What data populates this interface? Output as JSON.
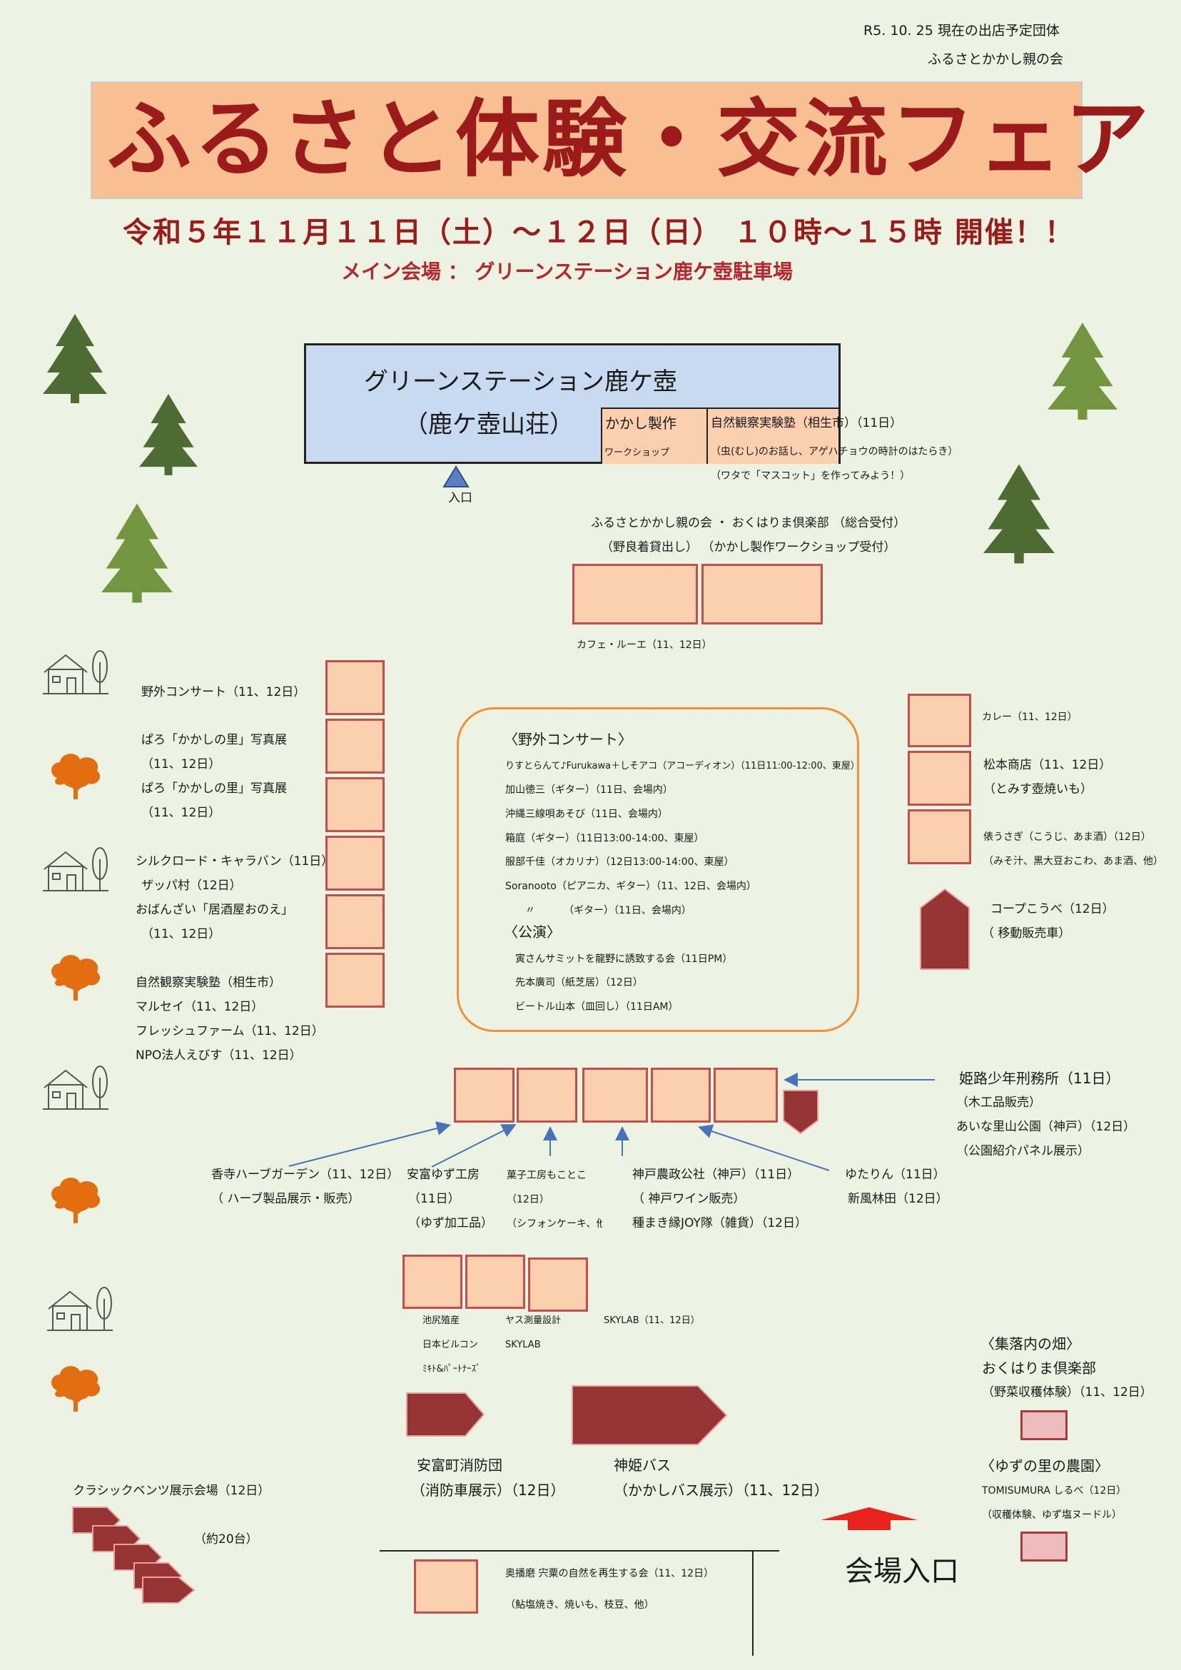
{
  "header": {
    "date_note": "R5. 10. 25 現在の出店予定団体",
    "organizer": "ふるさとかかし親の会",
    "title": "ふるさと体験・交流フェア",
    "dateline": "令和５年１１月１１日（土）～１２日（日） １０時～１５時 開催！！",
    "main_venue": "メイン会場 ： グリーンステーション鹿ケ壺駐車場"
  },
  "building": {
    "name": "グリーンステーション鹿ケ壺",
    "subname": "（鹿ケ壺山荘）",
    "entrance": "入口",
    "kakashi_label": "かかし製作",
    "workshop_label": "ワークショップ",
    "nature_title": "自然観察実験塾（相生市）（11日）",
    "nature_desc1": "（虫(むし)のお話し、アゲハチョウの時計のはたらき）",
    "nature_desc2": "（ワタで「マスコット」を作ってみよう！）"
  },
  "reception": {
    "line1": "ふるさとかかし親の会 ・ おくはりま倶楽部 （総合受付）",
    "line2": "（野良着貸出し） （かかし製作ワークショップ受付）",
    "cafe": "カフェ・ルーエ（11、12日）"
  },
  "left_column": {
    "l1": "野外コンサート（11、12日）",
    "l2": "ぱろ「かかしの里」写真展",
    "l3": "（11、12日）",
    "l4": "ぱろ「かかしの里」写真展",
    "l5": "（11、12日）",
    "l6": "シルクロード・キャラバン（11日）",
    "l7": "ザッパ村（12日）",
    "l8": "おばんざい「居酒屋おのえ」",
    "l9": "（11、12日）",
    "l10": "自然観察実験塾（相生市）",
    "l11": "マルセイ（11、12日）",
    "l12": "フレッシュファーム（11、12日）",
    "l13": "NPO法人えびす（11、12日）"
  },
  "concert": {
    "h1": "〈野外コンサート〉",
    "c1": "りすとらんて♪Furukawa＋しそアコ（アコーディオン）（11日11:00-12:00、東屋）",
    "c2": "加山徳三（ギター）（11日、会場内）",
    "c3": "沖縄三線唄あそび（11日、会場内）",
    "c4": "箱庭（ギター）（11日13:00-14:00、東屋）",
    "c5": "服部千佳（オカリナ）（12日13:00-14:00、東屋）",
    "c6": "Soranooto（ピアニカ、ギター）（11、12日、会場内）",
    "c7a": "〃",
    "c7b": "（ギター）（11日、会場内）",
    "h2": "〈公演〉",
    "p1": "寅さんサミットを龍野に誘致する会（11日PM）",
    "p2": "先本廣司（紙芝居）（12日）",
    "p3": "ビートル山本（皿回し）（11日AM）"
  },
  "right_column": {
    "r1": "カレー（11、12日）",
    "r2": "松本商店（11、12日）",
    "r3": "（とみす壺焼いも）",
    "r4": "俵うさぎ（こうじ、あま酒）（12日）",
    "r5": "（みそ汁、黒大豆おこわ、あま酒、他）",
    "r6": "コープこうべ（12日）",
    "r7": "（ 移動販売車）"
  },
  "middle_row": {
    "himeji1": "姫路少年刑務所（11日）",
    "himeji2": "（木工品販売）",
    "aina1": "あいな里山公園（神戸）（12日）",
    "aina2": "（公園紹介パネル展示）",
    "kouji1": "香寺ハーブガーデン（11、12日）",
    "kouji2": "（ ハーブ製品展示・販売）",
    "yasu1": "安富ゆず工房",
    "yasu2": "（11日）",
    "yasu3": "（ゆず加工品）",
    "kashi1": "菓子工房もことこ",
    "kashi2": "（12日）",
    "kashi3": "（シフォンケーキ、他）",
    "kobe1": "神戸農政公社（神戸）（11日）",
    "kobe2": "（ 神戸ワイン販売）",
    "kobe3": "種まき縁JOY隊（雑貨）（12日）",
    "yuta1": "ゆたりん（11日）",
    "yuta2": "新風林田（12日）"
  },
  "lower_row": {
    "a1": "池尻殖産",
    "a2": "日本ビルコン",
    "a3": "ﾐｷﾄ&ﾊﾟｰﾄﾅｰｽﾞ",
    "b1": "ヤス測量設計",
    "b2": "SKYLAB",
    "c1": "SKYLAB（11、12日）",
    "fire1": "安富町消防団",
    "fire2": "（消防車展示）（12日）",
    "bus1": "神姫バス",
    "bus2": "（かかしバス展示）（11、12日）",
    "classic": "クラシックベンツ展示会場（12日）",
    "classic_count": "（約20台）",
    "okuh1": "奥播磨 宍粟の自然を再生する会（11、12日）",
    "okuh2": "（鮎塩焼き、焼いも、枝豆、他）",
    "entrance": "会場入口"
  },
  "farms": {
    "f1": "〈集落内の畑〉",
    "f2": "おくはりま倶楽部",
    "f3": "（野菜収穫体験）（11、12日）",
    "f4": "〈ゆずの里の農園〉",
    "f5": "TOMISUMURA しるべ（12日）",
    "f6": "（収穫体験、ゆず塩ヌードル）"
  },
  "colors": {
    "background": "#edf3e2",
    "banner": "#f8bf92",
    "title": "#9b1b1b",
    "booth_fill": "#fccfae",
    "booth_border": "#c0504d",
    "vehicle": "#963434",
    "building": "#c8daf0",
    "concert_border": "#f0913a",
    "entrance_arrow": "#e8221c",
    "arrow": "#4a72b8"
  },
  "icons": [
    "tree-icon",
    "house-icon",
    "orange-tree-icon",
    "entrance-triangle-icon",
    "arrow-up-icon"
  ]
}
